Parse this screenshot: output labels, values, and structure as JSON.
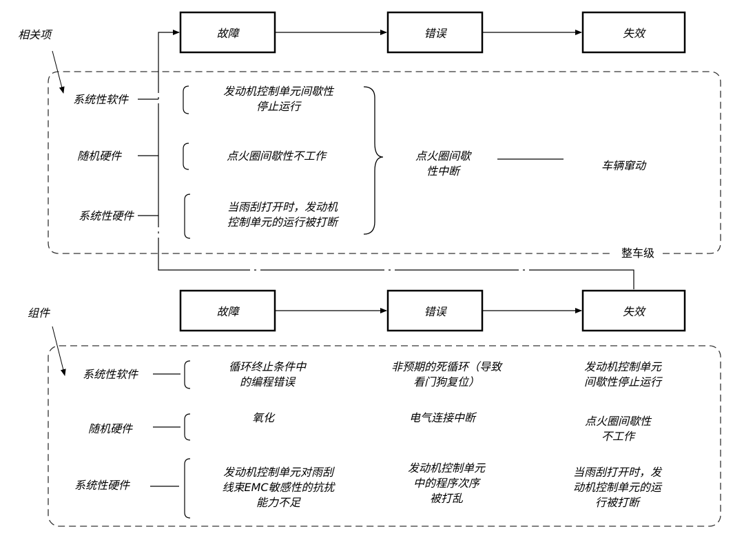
{
  "labels": {
    "related_item": "相关项",
    "component": "组件",
    "vehicle_level": "整车级"
  },
  "headers": {
    "fault": "故障",
    "error": "错误",
    "failure": "失效"
  },
  "rows": {
    "sys_software": "系统性软件",
    "random_hardware": "随机硬件",
    "sys_hardware": "系统性硬件"
  },
  "vehicle": {
    "sw_fault": [
      "发动机控制单元间歇性",
      "停止运行"
    ],
    "hw_random_fault": "点火圈间歇性不工作",
    "hw_sys_fault": [
      "当雨刮打开时，发动机",
      "控制单元的运行被打断"
    ],
    "error": [
      "点火圈间歇",
      "性中断"
    ],
    "failure": "车辆窜动"
  },
  "component": {
    "sw": {
      "fault": [
        "循环终止条件中",
        "的编程错误"
      ],
      "error": [
        "非预期的死循环（导致",
        "看门狗复位）"
      ],
      "failure": [
        "发动机控制单元",
        "间歇性停止运行"
      ]
    },
    "random": {
      "fault": "氧化",
      "error": "电气连接中断",
      "failure": [
        "点火圈间歇性",
        "不工作"
      ]
    },
    "sys_hw": {
      "fault": [
        "发动机控制单元对雨刮",
        "线束EMC敏感性的抗扰",
        "能力不足"
      ],
      "error": [
        "发动机控制单元",
        "中的程序次序",
        "被打乱"
      ],
      "failure": [
        "当雨刮打开时，发",
        "动机控制单元的运",
        "行被打断"
      ]
    }
  }
}
